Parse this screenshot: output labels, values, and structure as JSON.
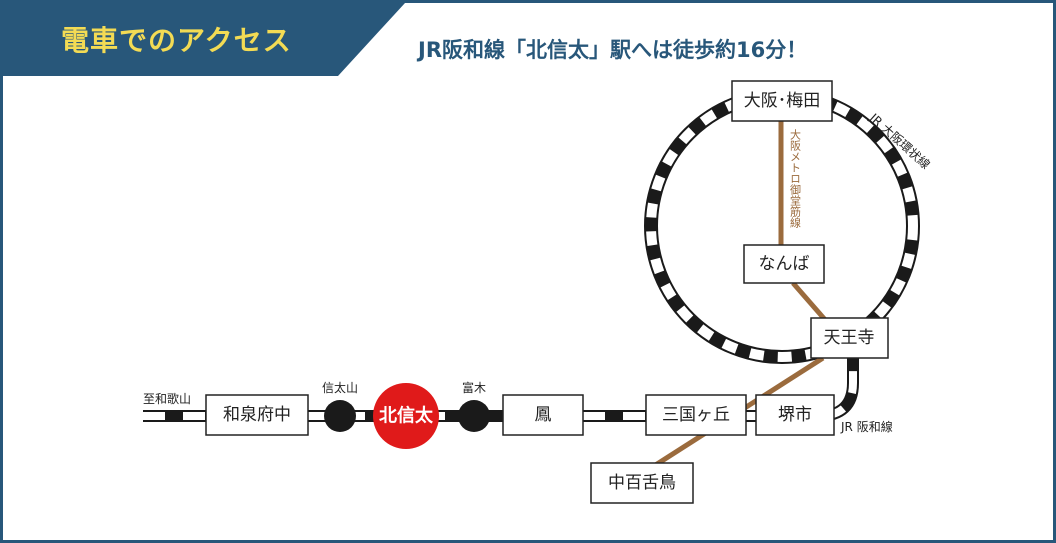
{
  "header": {
    "title": "電車でのアクセス",
    "headline": "JR阪和線「北信太」駅へは徒歩約16分！"
  },
  "colors": {
    "navy": "#28577a",
    "title_yellow": "#f3db54",
    "metro_brown": "#9b6b3d",
    "highlight_red": "#e01a1a",
    "rail_black": "#1a1a1a"
  },
  "stations": {
    "umeda": "大阪･梅田",
    "namba": "なんば",
    "tennoji": "天王寺",
    "sakai": "堺市",
    "mikunigaoka": "三国ヶ丘",
    "otori": "鳳",
    "kitashinoda": "北信太",
    "izumifuchu": "和泉府中",
    "nakamozu": "中百舌鳥",
    "shinodayama": "信太山",
    "tomiki": "富木"
  },
  "lines": {
    "loop": "JR 大阪環状線",
    "metro": "大阪メトロ御堂筋線",
    "hanwa": "JR 阪和線",
    "to_wakayama": "至和歌山"
  }
}
